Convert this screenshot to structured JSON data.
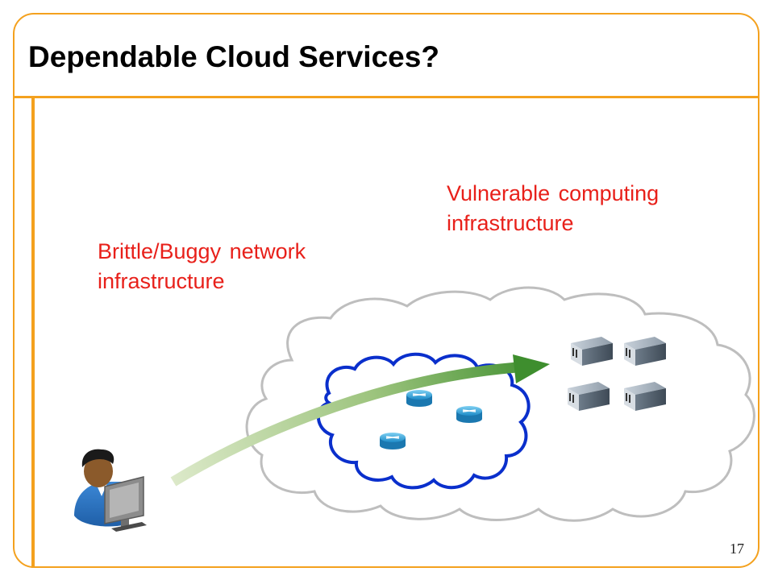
{
  "slide": {
    "title": "Dependable Cloud Services?",
    "page_number": "17"
  },
  "callouts": {
    "computing": [
      "Vulnerable computing",
      "infrastructure"
    ],
    "network": [
      "Brittle/Buggy network",
      "infrastructure"
    ]
  },
  "icons": {
    "user": "user-at-computer-icon",
    "router": "router-icon",
    "server": "server-icon"
  },
  "colors": {
    "accent": "#F4A11E",
    "callout_text": "#E8201A",
    "network_cloud_outline": "#0A2FCC",
    "outer_cloud_outline": "#BEBEBE",
    "arrow": "#3E8E2E"
  }
}
